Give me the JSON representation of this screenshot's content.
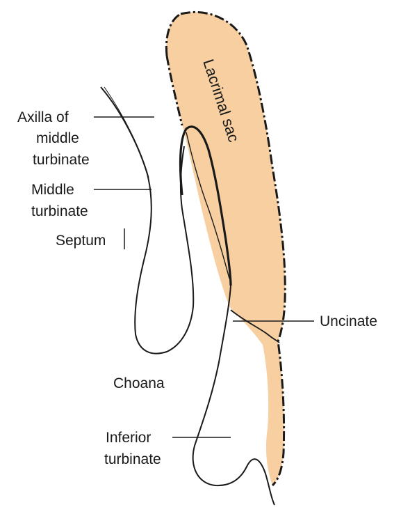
{
  "labels": {
    "axilla_line1": "Axilla of",
    "axilla_line2": "middle",
    "axilla_line3": "turbinate",
    "middle_line1": "Middle",
    "middle_line2": "turbinate",
    "septum": "Septum",
    "lacrimal_sac": "Lacrimal sac",
    "uncinate": "Uncinate",
    "choana": "Choana",
    "inferior_line1": "Inferior",
    "inferior_line2": "turbinate"
  },
  "colors": {
    "lacrimal_sac_fill": "#f7cfa0",
    "outline": "#1a1a1a"
  }
}
